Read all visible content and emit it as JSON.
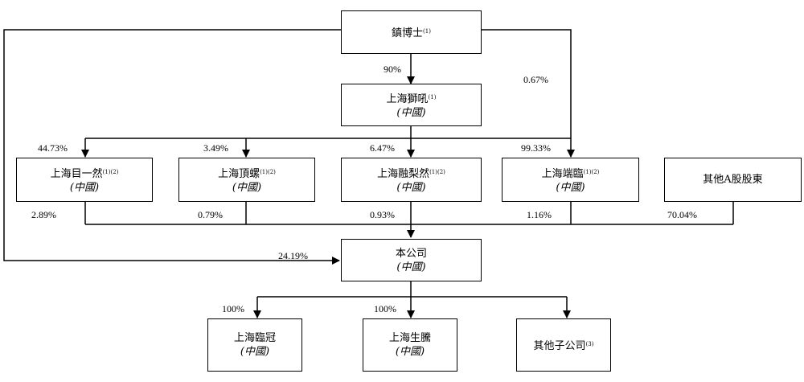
{
  "nodes": {
    "zhen": {
      "name": "鎮博士",
      "note": "(1)"
    },
    "shishu": {
      "name": "上海獅吼",
      "note": "(1)",
      "sub": "(中國)"
    },
    "muyiran": {
      "name": "上海目一然",
      "note": "(1)(2)",
      "sub": "(中國)"
    },
    "dingluo": {
      "name": "上海頂螺",
      "note": "(1)(2)",
      "sub": "(中國)"
    },
    "rongliran": {
      "name": "上海融梨然",
      "note": "(1)(2)",
      "sub": "(中國)"
    },
    "duanlin": {
      "name": "上海端臨",
      "note": "(1)(2)",
      "sub": "(中國)"
    },
    "others_a": {
      "name": "其他A股股東"
    },
    "company": {
      "name": "本公司",
      "sub": "(中國)"
    },
    "linguan": {
      "name": "上海臨冠",
      "sub": "(中國)"
    },
    "shengteng": {
      "name": "上海生騰",
      "sub": "(中國)"
    },
    "other_subs": {
      "name": "其他子公司",
      "note": "(3)"
    }
  },
  "percentages": {
    "zhen_to_shishu": "90%",
    "zhen_to_duanlin": "0.67%",
    "shishu_to_muyiran": "44.73%",
    "shishu_to_dingluo": "3.49%",
    "shishu_to_rongliran": "6.47%",
    "shishu_to_duanlin": "99.33%",
    "muyiran_to_company": "2.89%",
    "dingluo_to_company": "0.79%",
    "rongliran_to_company": "0.93%",
    "duanlin_to_company": "1.16%",
    "others_to_company": "70.04%",
    "zhen_to_company": "24.19%",
    "company_to_linguan": "100%",
    "company_to_shengteng": "100%"
  }
}
